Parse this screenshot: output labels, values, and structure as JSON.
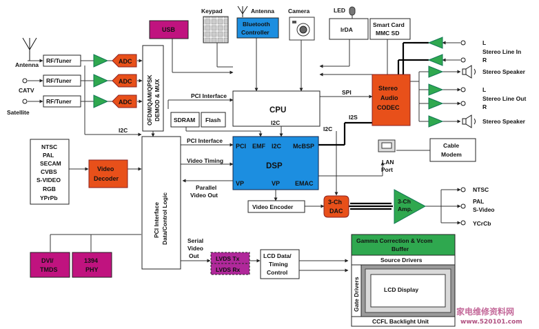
{
  "inputs": {
    "antenna": "Antenna",
    "catv": "CATV",
    "satellite": "Satellite",
    "tuner": "RF/Tuner",
    "adc": "ADC",
    "demod_mux_line1": "OFDM/QAM/QPSK",
    "demod_mux_line2": "DEMOD & MUX"
  },
  "top_peripherals": {
    "usb": "USB",
    "keypad": "Keypad",
    "antenna": "Antenna",
    "bluetooth_line1": "Bluetooth",
    "bluetooth_line2": "Controller",
    "camera": "Camera",
    "led": "LED",
    "irda": "IrDA",
    "smartcard_line1": "Smart Card",
    "smartcard_line2": "MMC SD"
  },
  "core": {
    "cpu": "CPU",
    "sdram": "SDRAM",
    "flash": "Flash",
    "dsp": "DSP",
    "pci": "PCI",
    "emf": "EMF",
    "i2c": "I2C",
    "mcbsp": "McBSP",
    "vp": "VP",
    "emac": "EMAC"
  },
  "signals": {
    "pci_interface": "PCI Interface",
    "i2c": "I2C",
    "spi": "SPI",
    "i2s": "I2S",
    "video_timing": "Video Timing",
    "parallel_video_out_line1": "Parallel",
    "parallel_video_out_line2": "Video Out",
    "serial_video_out_line1": "Serial",
    "serial_video_out_line2": "Video",
    "serial_video_out_line3": "Out"
  },
  "video_in": {
    "formats": [
      "NTSC",
      "PAL",
      "SECAM",
      "CVBS",
      "S-VIDEO",
      "RGB",
      "YPrPb"
    ],
    "decoder_line1": "Video",
    "decoder_line2": "Decoder",
    "pci_logic_line1": "PCI Interface",
    "pci_logic_line2": "Data/Control Logic"
  },
  "video_out": {
    "encoder": "Video Encoder",
    "dac_line1": "3-Ch",
    "dac_line2": "DAC",
    "amp_line1": "3-Ch",
    "amp_line2": "Amp.",
    "ntsc": "NTSC",
    "pal": "PAL",
    "svideo": "S-Video",
    "ycrcb": "YCrCb"
  },
  "network": {
    "lan_line1": "LAN",
    "lan_line2": "Port",
    "cable_line1": "Cable",
    "cable_line2": "Modem"
  },
  "audio": {
    "codec_line1": "Stereo",
    "codec_line2": "Audio",
    "codec_line3": "CODEC",
    "l": "L",
    "r": "R",
    "line_in": "Stereo Line In",
    "speaker": "Stereo Speaker",
    "line_out": "Stereo Line Out"
  },
  "display": {
    "dvi_line1": "DVI/",
    "dvi_line2": "TMDS",
    "phy_line1": "1394",
    "phy_line2": "PHY",
    "lvds_tx": "LVDS Tx",
    "lvds_rx": "LVDS Rx",
    "lcd_timing_line1": "LCD Data/",
    "lcd_timing_line2": "Timing",
    "lcd_timing_line3": "Control",
    "gamma_line1": "Gamma Correction & Vcom",
    "gamma_line2": "Buffer",
    "source_drivers": "Source Drivers",
    "gate_drivers": "Gate Drivers",
    "lcd_display": "LCD Display",
    "ccfl": "CCFL Backlight Unit"
  },
  "watermark": {
    "cn": "家电维修资料网",
    "url": "www.520101.com"
  },
  "colors": {
    "magenta": "#C0137F",
    "blue": "#1C8EE0",
    "orange": "#E8501A",
    "green": "#2FA84F",
    "lvds": "#B0289A"
  }
}
